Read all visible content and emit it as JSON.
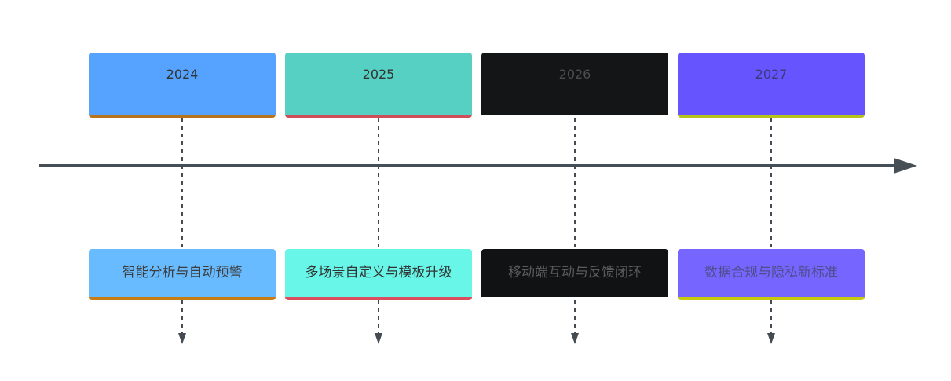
{
  "timeline": {
    "periods": [
      {
        "label": "2024",
        "event": "智能分析与自动预警"
      },
      {
        "label": "2025",
        "event": "多场景自定义与模板升级"
      },
      {
        "label": "2026",
        "event": "移动端互动与反馈闭环"
      },
      {
        "label": "2027",
        "event": "数据合规与隐私新标准"
      }
    ]
  },
  "colors": {
    "axis": "#464e56",
    "connector": "#444b52",
    "period_fills": [
      "#55a3ff",
      "#55d0c3",
      "#141517",
      "#6655ff"
    ],
    "event_fills": [
      "#68bbff",
      "#68f6e8",
      "#111214",
      "#7666ff"
    ],
    "accent_bars": [
      "#b8741a",
      "#d04d5a",
      "#ffffff",
      "#b6c31a"
    ]
  }
}
